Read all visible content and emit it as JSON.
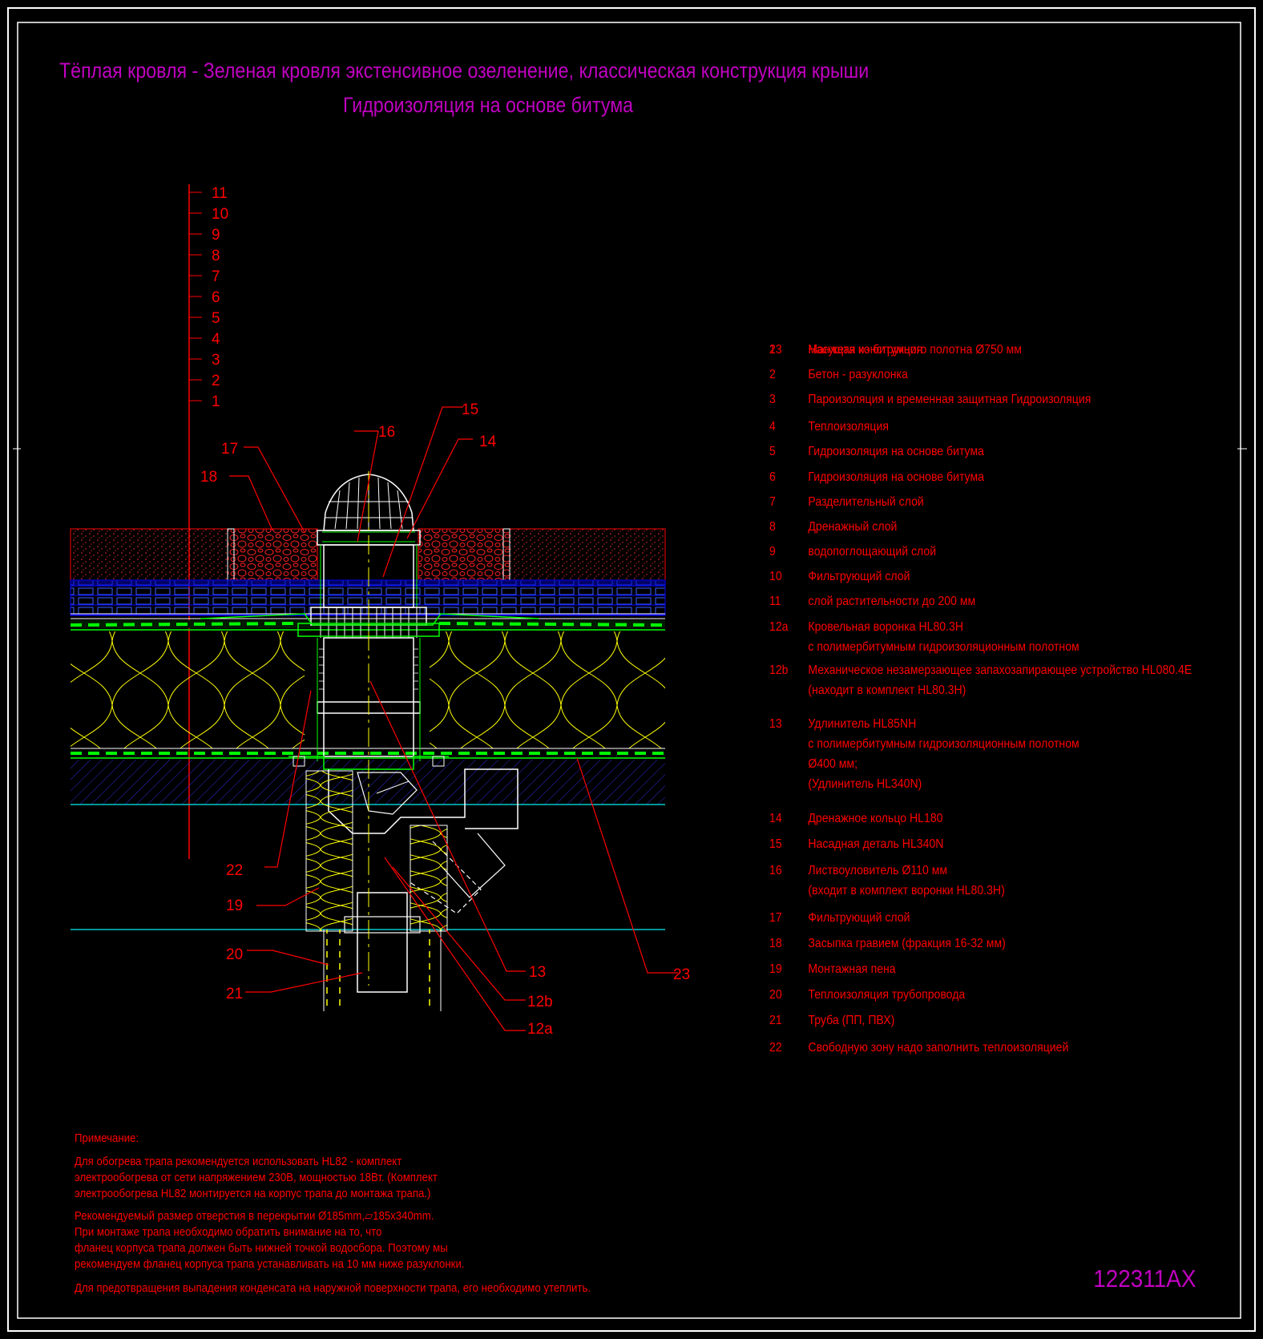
{
  "title_line1": "Тёплая кровля - Зеленая кровля экстенсивное озеленение, классическая конструкция крыши",
  "title_line2": "Гидроизоляция на основе битума",
  "drawing_code": "122311AX",
  "colors": {
    "background": "#000000",
    "title": "#c000c0",
    "labels": "#ff0000",
    "frame": "#ffffff",
    "insulation": "#ffff00",
    "membrane": "#00ff00",
    "cyan": "#00c8c8",
    "blue": "#0000ff"
  },
  "layer_scale": [
    "11",
    "10",
    "9",
    "8",
    "7",
    "6",
    "5",
    "4",
    "3",
    "2",
    "1"
  ],
  "callouts": {
    "c15": "15",
    "c16": "16",
    "c14": "14",
    "c17": "17",
    "c18": "18",
    "c22": "22",
    "c19": "19",
    "c20": "20",
    "c21": "21",
    "c13": "13",
    "c12b": "12b",
    "c12a": "12a",
    "c23": "23"
  },
  "legend": [
    {
      "num": "1",
      "lines": [
        "Насущая конструкция"
      ]
    },
    {
      "num": "2",
      "lines": [
        "Бетон - разуклонка"
      ]
    },
    {
      "num": "3",
      "lines": [
        "Пароизоляция и временная защитная Гидроизоляция"
      ]
    },
    {
      "num": "4",
      "lines": [
        "Теплоизоляция"
      ]
    },
    {
      "num": "5",
      "lines": [
        "Гидроизоляция на основе битума"
      ]
    },
    {
      "num": "6",
      "lines": [
        "Гидроизоляция на основе битума"
      ]
    },
    {
      "num": "7",
      "lines": [
        "Разделительный слой"
      ]
    },
    {
      "num": "8",
      "lines": [
        "Дренажный слой"
      ]
    },
    {
      "num": "9",
      "lines": [
        "водопоглощающий слой"
      ]
    },
    {
      "num": "10",
      "lines": [
        "Фильтрующий слой"
      ]
    },
    {
      "num": "11",
      "lines": [
        "слой растительности до 200 мм"
      ]
    },
    {
      "num": "12a",
      "lines": [
        "Кровельная воронка HL80.3H",
        "с полимербитумным гидроизоляционным полотном"
      ]
    },
    {
      "num": "12b",
      "lines": [
        "Механическое незамерзающее запахозапирающее устройство HL080.4E",
        "(находит в комплект HL80.3H)"
      ]
    },
    {
      "num": "13",
      "lines": [
        "Удлинитель HL85NH",
        "с полимербитумным гидроизоляционным полотном",
        "Ø400 мм;",
        "(Удлинитель HL340N)"
      ]
    },
    {
      "num": "14",
      "lines": [
        "Дренажное кольцо HL180"
      ]
    },
    {
      "num": "15",
      "lines": [
        "Насадная деталь HL340N"
      ]
    },
    {
      "num": "16",
      "lines": [
        "Листвоуловитель Ø110 мм",
        "(входит в комплект воронки HL80.3H)"
      ]
    },
    {
      "num": "17",
      "lines": [
        "Фильтрующий слой"
      ]
    },
    {
      "num": "18",
      "lines": [
        "Засыпка гравием (фракция 16-32 мм)"
      ]
    },
    {
      "num": "19",
      "lines": [
        "Монтажная пена"
      ]
    },
    {
      "num": "20",
      "lines": [
        "Теплоизоляция трубопровода"
      ]
    },
    {
      "num": "21",
      "lines": [
        "Труба (ПП, ПВХ)"
      ]
    },
    {
      "num": "22",
      "lines": [
        "Свободную зону надо заполнить теплоизоляцией"
      ]
    },
    {
      "num": "23",
      "lines": [
        "Манжета из битумного полотна Ø750 мм"
      ]
    }
  ],
  "notes": [
    "Примечание:",
    "Для обогрева трапа рекомендуется использовать HL82 - комплект",
    "электрообогрева от сети напряжением 230В, мощностью 18Вт. (Комплект",
    "электрообогрева HL82 монтируется на корпус трапа до монтажа трапа.)",
    "Рекомендуемый размер отверстия в перекрытии Ø185mm,▱185x340mm.",
    "При монтаже трапа необходимо обратить внимание на то, что",
    "фланец корпуса трапа должен быть нижней точкой водосбора. Поэтому мы",
    "рекомендуем фланец корпуса трапа устанавливать на 10 мм ниже разуклонки.",
    "Для предотвращения выпадения конденсата на наружной поверхности трапа, его необходимо утеплить."
  ]
}
